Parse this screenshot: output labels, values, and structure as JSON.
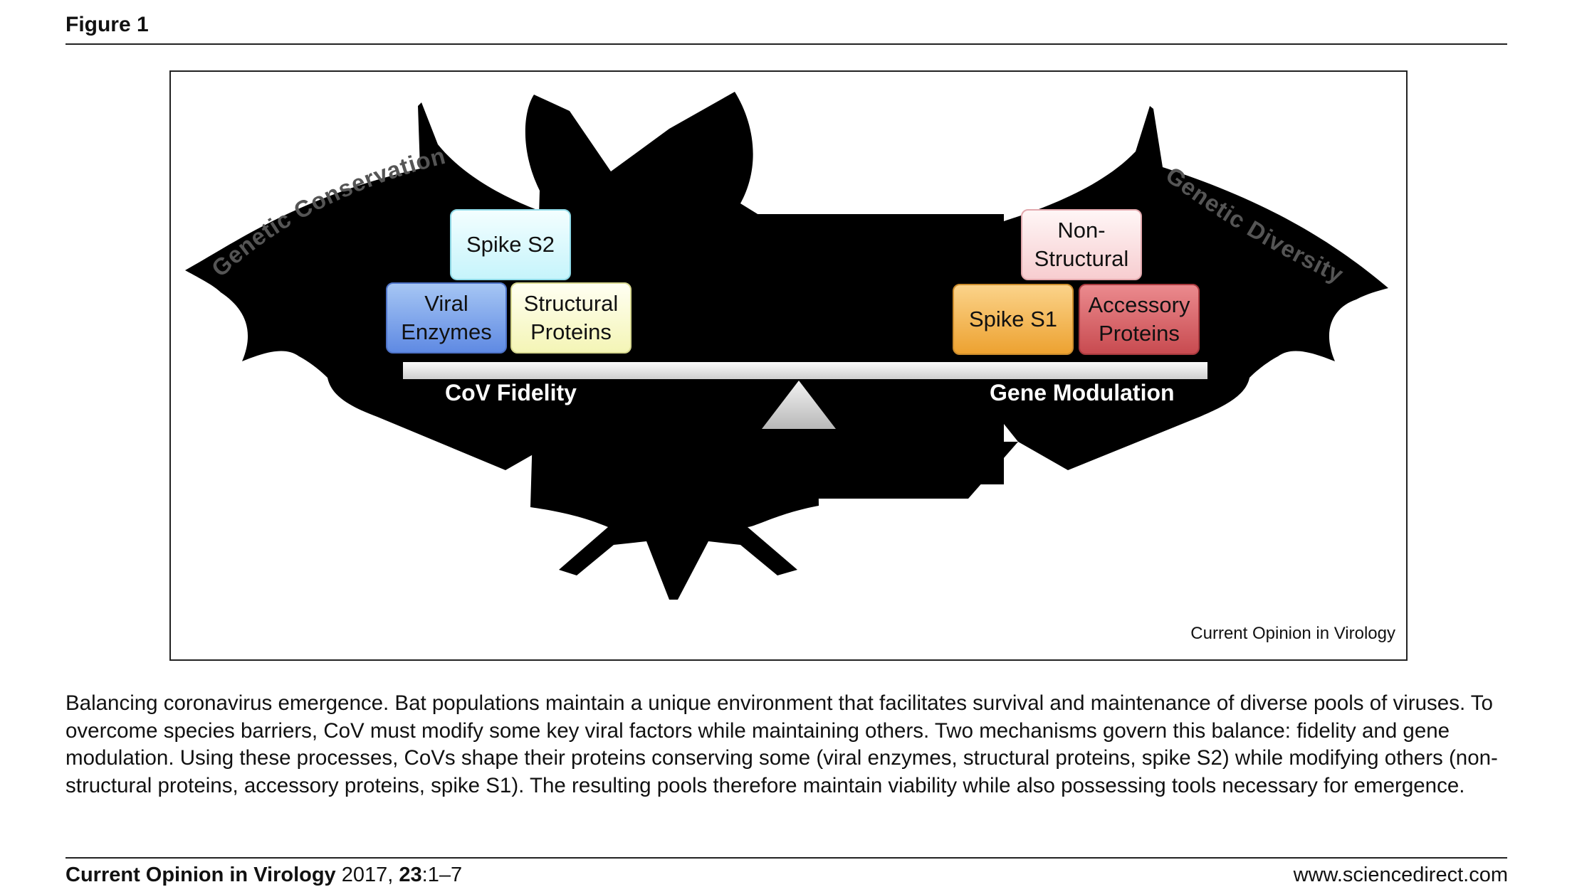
{
  "figure_label": "Figure 1",
  "diagram": {
    "left_arc_label": "Genetic Conservation",
    "right_arc_label": "Genetic Diversity",
    "boxes": {
      "spike_s2": "Spike S2",
      "viral_enzymes": [
        "Viral",
        "Enzymes"
      ],
      "structural_proteins": [
        "Structural",
        "Proteins"
      ],
      "non_structural": [
        "Non-",
        "Structural"
      ],
      "spike_s1": "Spike S1",
      "accessory_proteins": [
        "Accessory",
        "Proteins"
      ]
    },
    "left_scale_label": "CoV Fidelity",
    "right_scale_label": "Gene Modulation",
    "credit": "Current Opinion in Virology",
    "colors": {
      "bat": "#000000",
      "spike_s2": "#c6f4fb",
      "viral_enzymes": "#5f8ae3",
      "structural_proteins": "#f4f5b6",
      "non_structural": "#f7cdd0",
      "spike_s1": "#eda231",
      "accessory_proteins": "#c84b50",
      "beam": "#e6e6e6",
      "arc_text": "#555555"
    }
  },
  "caption": "Balancing coronavirus emergence. Bat populations maintain a unique environment that facilitates survival and maintenance of diverse pools of viruses. To overcome species barriers, CoV must modify some key viral factors while maintaining others. Two mechanisms govern this balance: fidelity and gene modulation. Using these processes, CoVs shape their proteins conserving some (viral enzymes, structural proteins, spike S2) while modifying others (non-structural proteins, accessory proteins, spike S1). The resulting pools therefore maintain viability while also possessing tools necessary for emergence.",
  "footer": {
    "journal": "Current Opinion in Virology",
    "year": "2017,",
    "volume": "23",
    "pages": ":1–7",
    "website": "www.sciencedirect.com"
  }
}
